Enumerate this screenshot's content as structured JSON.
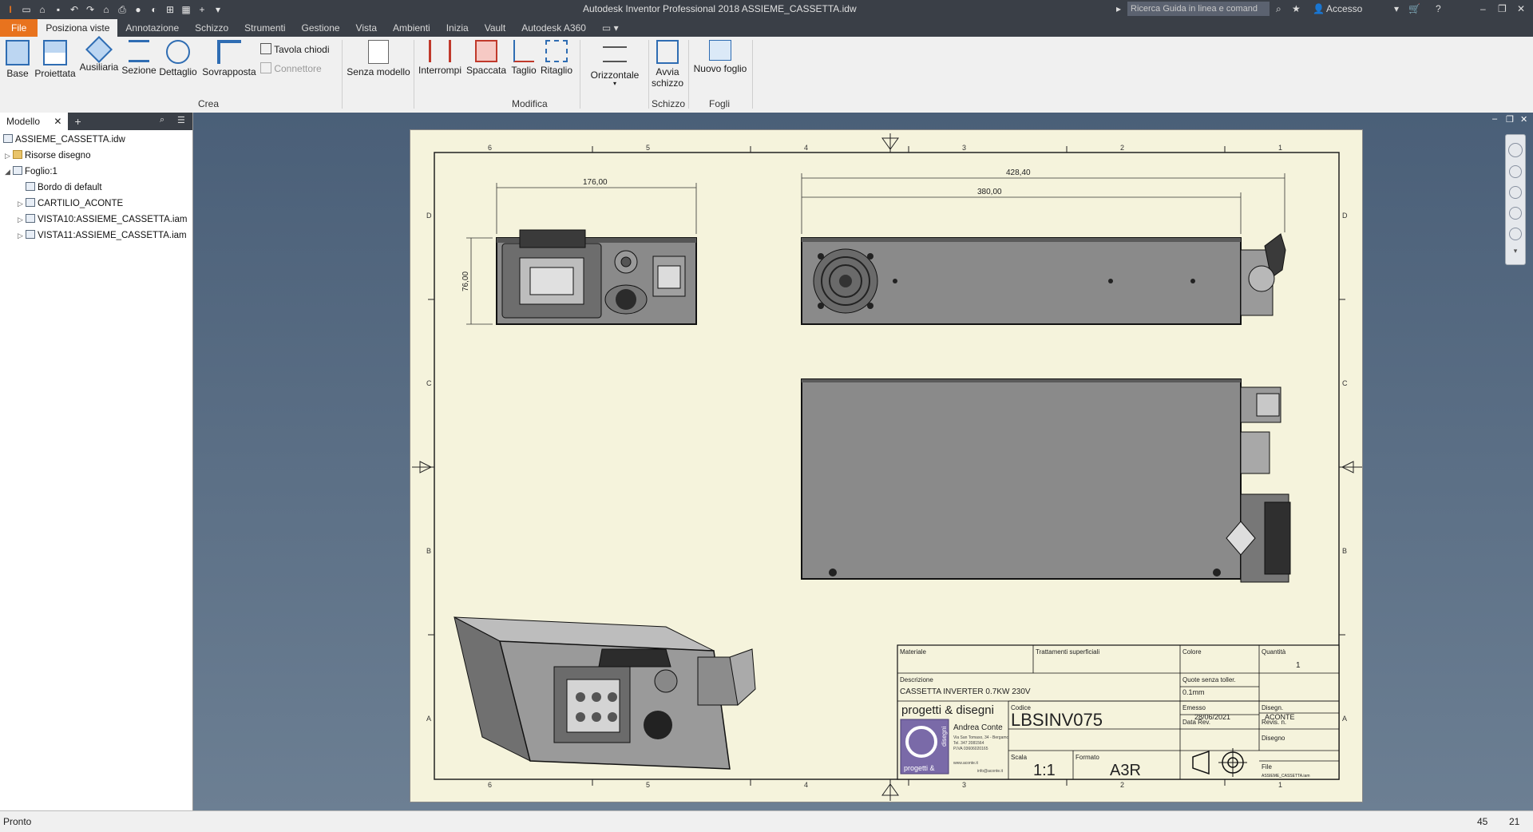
{
  "window": {
    "title": "Autodesk Inventor Professional 2018   ASSIEME_CASSETTA.idw",
    "search_placeholder": "Ricerca Guida in linea e comand",
    "account": "Accesso"
  },
  "ribbon": {
    "tabs": [
      "File",
      "Posiziona viste",
      "Annotazione",
      "Schizzo",
      "Strumenti",
      "Gestione",
      "Vista",
      "Ambienti",
      "Inizia",
      "Vault",
      "Autodesk A360"
    ],
    "crea": {
      "label": "Crea",
      "buttons": [
        "Base",
        "Proiettata",
        "Ausiliaria",
        "Sezione",
        "Dettaglio",
        "Sovrapposta"
      ],
      "tavola_chiodi": "Tavola chiodi",
      "connettore": "Connettore"
    },
    "senza_modello": "Senza modello",
    "modifica": {
      "label": "Modifica",
      "buttons": [
        "Interrompi",
        "Spaccata",
        "Taglio",
        "Ritaglio"
      ],
      "orizzontale": "Orizzontale"
    },
    "schizzo": {
      "label": "Schizzo",
      "button_line1": "Avvia",
      "button_line2": "schizzo"
    },
    "fogli": {
      "label": "Fogli",
      "button": "Nuovo foglio"
    }
  },
  "browser": {
    "tab": "Modello",
    "tree": [
      {
        "label": "ASSIEME_CASSETTA.idw",
        "level": 0,
        "icon": "drawing-icon"
      },
      {
        "label": "Risorse disegno",
        "level": 1,
        "icon": "folder-icon",
        "collapsed": true
      },
      {
        "label": "Foglio:1",
        "level": 1,
        "icon": "sheet-icon",
        "expanded": true
      },
      {
        "label": "Bordo di default",
        "level": 2,
        "icon": "border-icon"
      },
      {
        "label": "CARTILIO_ACONTE",
        "level": 2,
        "icon": "titleblock-icon",
        "collapsed": true
      },
      {
        "label": "VISTA10:ASSIEME_CASSETTA.iam",
        "level": 2,
        "icon": "view-icon",
        "collapsed": true
      },
      {
        "label": "VISTA11:ASSIEME_CASSETTA.iam",
        "level": 2,
        "icon": "view-icon",
        "collapsed": true
      }
    ]
  },
  "drawing": {
    "zone_cols": [
      "6",
      "5",
      "4",
      "3",
      "2",
      "1"
    ],
    "zone_rows": [
      "D",
      "C",
      "B",
      "A"
    ],
    "dims": {
      "front_width": "176,00",
      "front_height": "76,00",
      "top_total": "428,40",
      "top_body": "380,00"
    },
    "title_block": {
      "materiale_label": "Materiale",
      "trattamenti_label": "Trattamenti superficiali",
      "colore_label": "Colore",
      "quantita_label": "Quantità",
      "quantita_value": "1",
      "descrizione_label": "Descrizione",
      "descrizione_value": "CASSETTA INVERTER 0.7KW 230V",
      "quote_label": "Quote senza toller.",
      "quote_value": "0.1mm",
      "logo_text": "progetti & disegni",
      "logo_subtext": "progetti &",
      "logo_vertical": "disegni",
      "author": "Andrea Conte",
      "address": "Via San Tomaso, 34 - Bergamo",
      "phone": "Tel. 347 2081564",
      "piva": "P.IVA 03606020165",
      "web": "www.aconte.it",
      "email": "info@aconte.it",
      "codice_label": "Codice",
      "codice_value": "LBSINV075",
      "emesso_label": "Emesso",
      "emesso_value": "28/06/2021",
      "disegn_label": "Disegn.",
      "disegn_value": "ACONTE",
      "data_rev_label": "Data Rev.",
      "revis_label": "Revis. n.",
      "scala_label": "Scala",
      "scala_value": "1:1",
      "formato_label": "Formato",
      "formato_value": "A3R",
      "disegno_label": "Disegno",
      "file_label": "File",
      "file_value": "ASSIEME_CASSETTA.iam"
    }
  },
  "status": {
    "text": "Pronto",
    "num1": "45",
    "num2": "21"
  }
}
